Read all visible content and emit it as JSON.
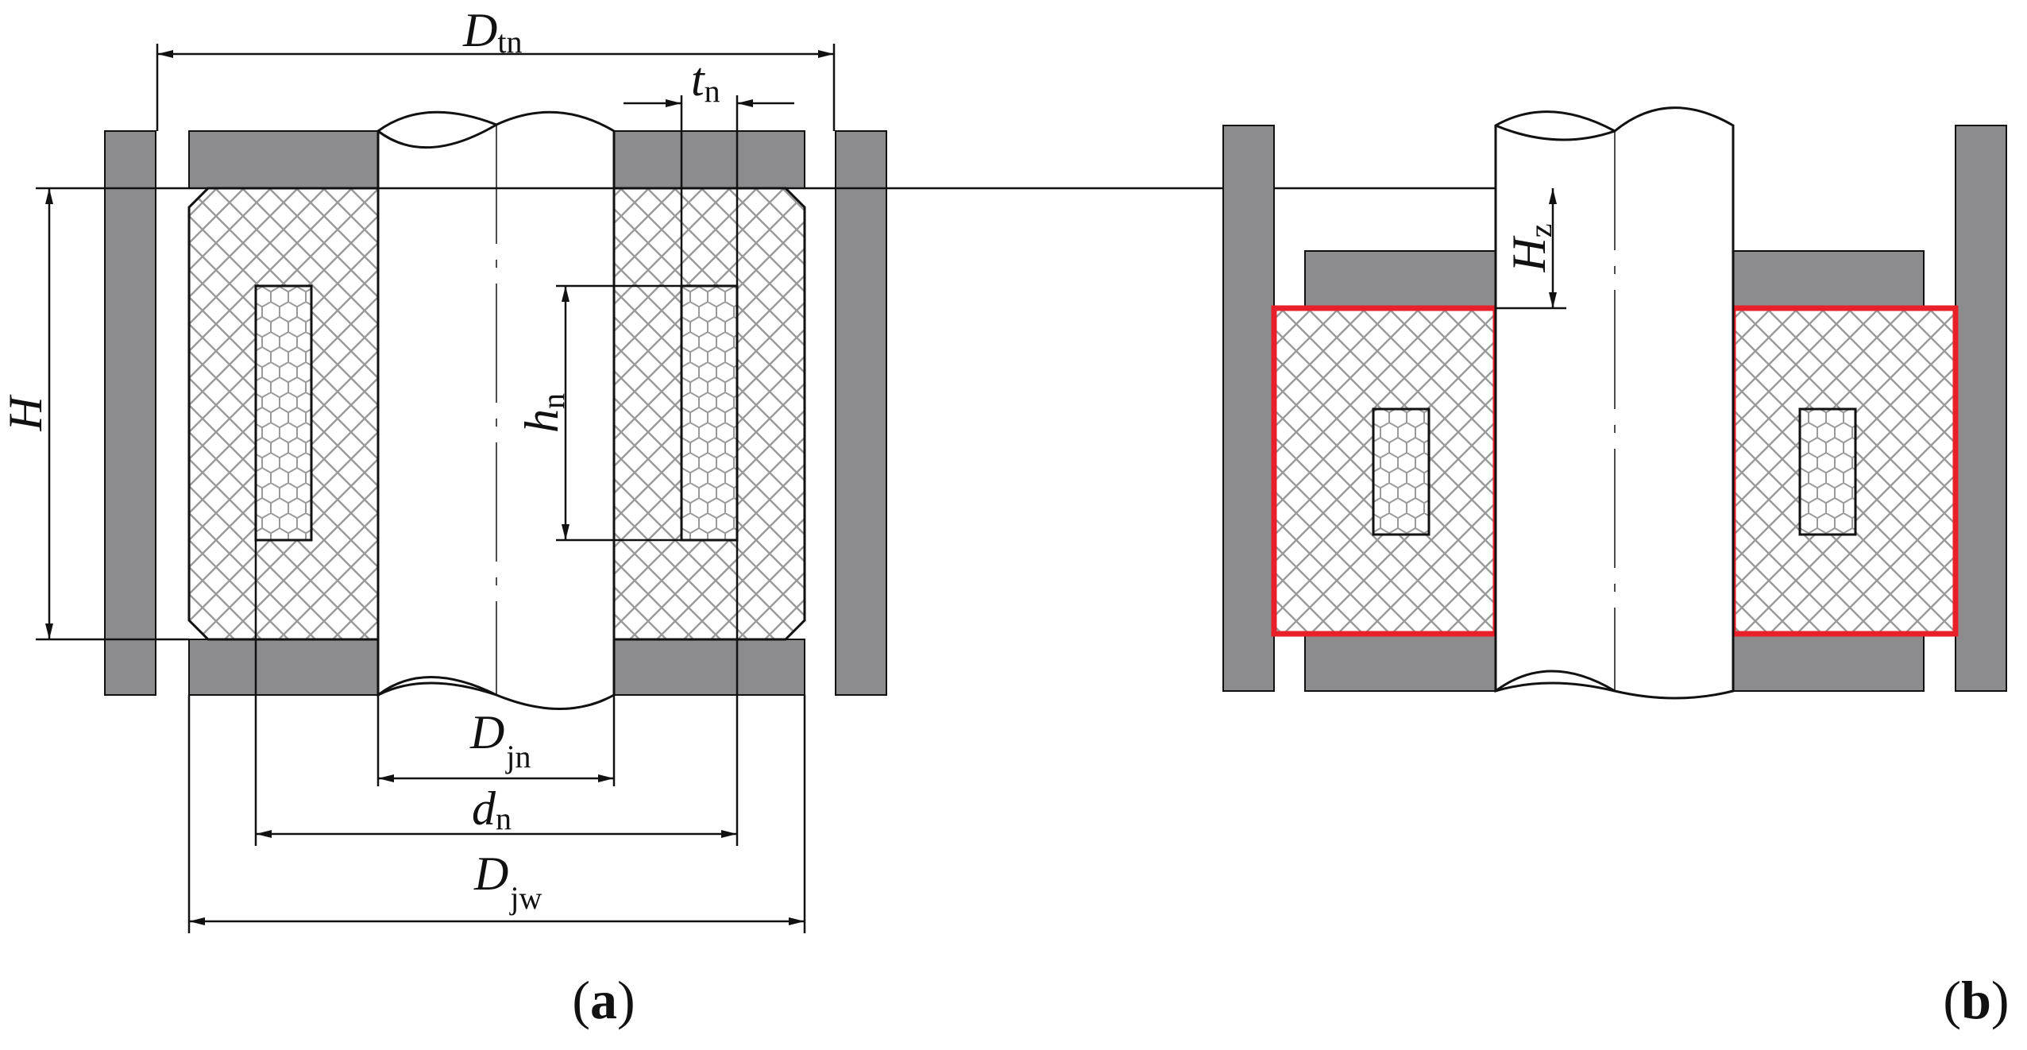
{
  "colors": {
    "steel": "#8c8c8f",
    "winding_hatch": "#9a9a9a",
    "highlight": "#e8202a",
    "line": "#111111"
  },
  "panel_a": {
    "caption": {
      "open": "(",
      "letter": "a",
      "close": ")"
    },
    "labels": {
      "D_tn": {
        "main": "D",
        "sub": "tn"
      },
      "t_n": {
        "main": "t",
        "sub": "n"
      },
      "H": {
        "main": "H"
      },
      "h_n": {
        "main": "h",
        "sub": "n"
      },
      "D_jn": {
        "main": "D",
        "sub": "jn"
      },
      "d_n": {
        "main": "d",
        "sub": "n"
      },
      "D_jw": {
        "main": "D",
        "sub": "jw"
      }
    }
  },
  "panel_b": {
    "caption": {
      "open": "(",
      "letter": "b",
      "close": ")"
    },
    "labels": {
      "H_z": {
        "main": "H",
        "sub": "z"
      }
    }
  },
  "icons": [
    "hatch-crosshatch-icon",
    "hatch-honeycomb-icon",
    "arrowhead-icon"
  ]
}
